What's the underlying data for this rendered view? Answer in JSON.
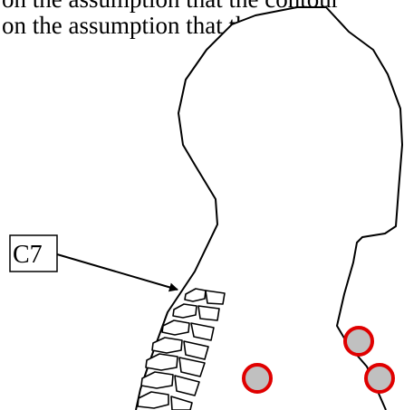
{
  "caption": {
    "line1": "on the assumption that the contour",
    "line2": "on the assumption that the contour"
  },
  "label": {
    "text": "C7"
  },
  "colors": {
    "outline": "#000000",
    "marker_fill": "#c0c0c0",
    "marker_ring": "#e00000",
    "background": "#ffffff"
  },
  "markers_count_visible": 3
}
